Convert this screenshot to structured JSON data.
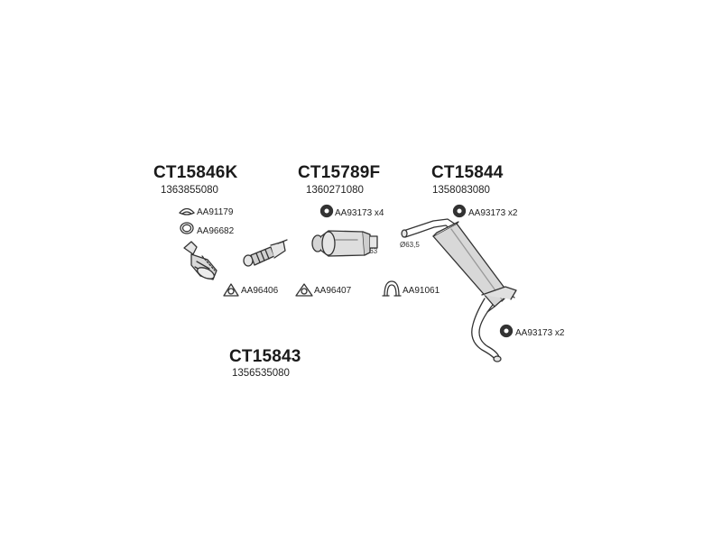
{
  "groups": [
    {
      "code": "CT15846K",
      "oem": "1363855080"
    },
    {
      "code": "CT15789F",
      "oem": "1360271080"
    },
    {
      "code": "CT15844",
      "oem": "1358083080"
    },
    {
      "code": "CT15843",
      "oem": "1356535080"
    }
  ],
  "refs": {
    "r1": "AA91179",
    "r2": "AA96682",
    "r3": "AA93173 x4",
    "r4": "AA93173 x2",
    "r5": "AA96406",
    "r6": "AA96407",
    "r7": "AA91061",
    "r8": "AA93173 x2"
  },
  "dimensions": {
    "d1": "Ø63",
    "d2": "Ø63,5"
  },
  "colors": {
    "line": "#333333",
    "fill_light": "#e8e8e8",
    "fill_mid": "#bdbdbd",
    "fill_dark": "#333333"
  }
}
